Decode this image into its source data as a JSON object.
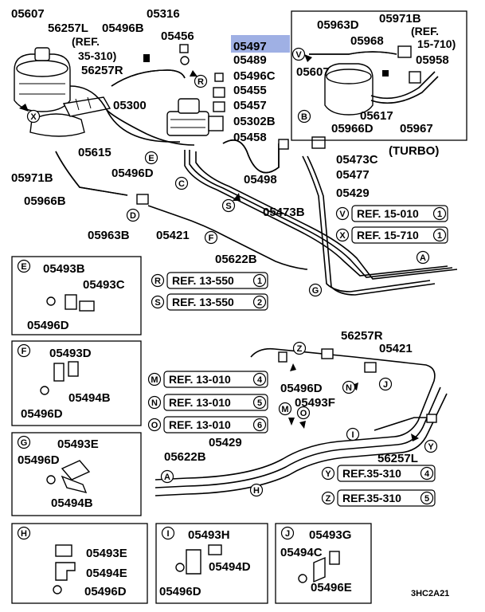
{
  "highlight": {
    "part": "05497",
    "color": "#9fb0e4"
  },
  "top_left": {
    "parts": [
      "05607",
      "56257L",
      "05496B",
      "05316",
      "05456",
      "05497",
      "05489",
      "05496C",
      "05455",
      "05457",
      "05302B",
      "05458",
      "05473C",
      "05477",
      "05429",
      "05498",
      "05473B",
      "05300",
      "56257R",
      "05615",
      "05971B",
      "05966B",
      "05963B",
      "05496D",
      "05421",
      "05622B"
    ],
    "ref_note": [
      "(REF.",
      "35-310)"
    ]
  },
  "turbo": {
    "label": "(TURBO)",
    "parts": [
      "05963D",
      "05971B",
      "05968",
      "05958",
      "05607",
      "05617",
      "05966D",
      "05967"
    ],
    "ref_note": [
      "(REF.",
      "15-710)"
    ]
  },
  "letters": [
    "A",
    "B",
    "C",
    "D",
    "E",
    "F",
    "G",
    "H",
    "I",
    "J",
    "M",
    "N",
    "O",
    "R",
    "S",
    "V",
    "X",
    "Y",
    "Z"
  ],
  "refs_right": [
    {
      "letter": "V",
      "text": "REF. 15-010",
      "num": "1"
    },
    {
      "letter": "X",
      "text": "REF. 15-710",
      "num": "1"
    }
  ],
  "refs_mid": [
    {
      "letter": "R",
      "text": "REF. 13-550",
      "num": "1"
    },
    {
      "letter": "S",
      "text": "REF. 13-550",
      "num": "2"
    },
    {
      "letter": "M",
      "text": "REF. 13-010",
      "num": "4"
    },
    {
      "letter": "N",
      "text": "REF. 13-010",
      "num": "5"
    },
    {
      "letter": "O",
      "text": "REF. 13-010",
      "num": "6"
    }
  ],
  "refs_low": [
    {
      "letter": "Y",
      "text": "REF.35-310",
      "num": "4"
    },
    {
      "letter": "Z",
      "text": "REF.35-310",
      "num": "5"
    }
  ],
  "lower": {
    "parts": [
      "56257R",
      "05421",
      "05496D",
      "05493F",
      "05429",
      "05622B",
      "56257L"
    ]
  },
  "detail_E": {
    "letter": "E",
    "parts": [
      "05493B",
      "05493C",
      "05496D"
    ]
  },
  "detail_F": {
    "letter": "F",
    "parts": [
      "05493D",
      "05494B",
      "05496D"
    ]
  },
  "detail_G": {
    "letter": "G",
    "parts": [
      "05493E",
      "05496D",
      "05494B"
    ]
  },
  "detail_H": {
    "letter": "H",
    "parts": [
      "05493E",
      "05494E",
      "05496D"
    ]
  },
  "detail_I": {
    "letter": "I",
    "parts": [
      "05493H",
      "05494D",
      "05496D"
    ]
  },
  "detail_J": {
    "letter": "J",
    "parts": [
      "05493G",
      "05494C",
      "05496E"
    ]
  },
  "footer_code": "3HC2A21"
}
